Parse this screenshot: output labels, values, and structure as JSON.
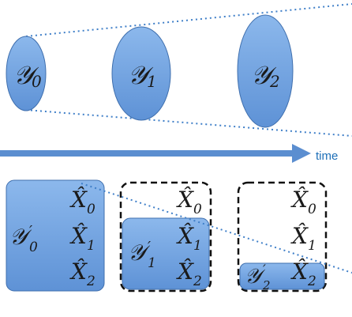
{
  "top_row": {
    "ellipses": [
      {
        "symbol": "𝒴",
        "sub": "0",
        "fill": "#6fa3e0"
      },
      {
        "symbol": "𝒴",
        "sub": "1",
        "fill": "#6fa3e0"
      },
      {
        "symbol": "𝒴",
        "sub": "2",
        "fill": "#6fa3e0"
      }
    ]
  },
  "axis": {
    "label": "time",
    "arrow_color": "#5b8ed0",
    "label_color": "#1d6fb8"
  },
  "bottom_row": {
    "estimates": [
      {
        "symbol": "X̂",
        "sub": "0"
      },
      {
        "symbol": "X̂",
        "sub": "1"
      },
      {
        "symbol": "X̂",
        "sub": "2"
      }
    ],
    "subsets": [
      {
        "symbol": "𝒴",
        "prime": "′",
        "sub": "0"
      },
      {
        "symbol": "𝒴",
        "prime": "′",
        "sub": "1"
      },
      {
        "symbol": "𝒴",
        "prime": "′",
        "sub": "2"
      }
    ]
  },
  "colors": {
    "fill": "#6fa3e0",
    "fill_stroke": "#3f6fae",
    "dotted_line": "#3f7fc8",
    "dashed_box": "#111111"
  }
}
